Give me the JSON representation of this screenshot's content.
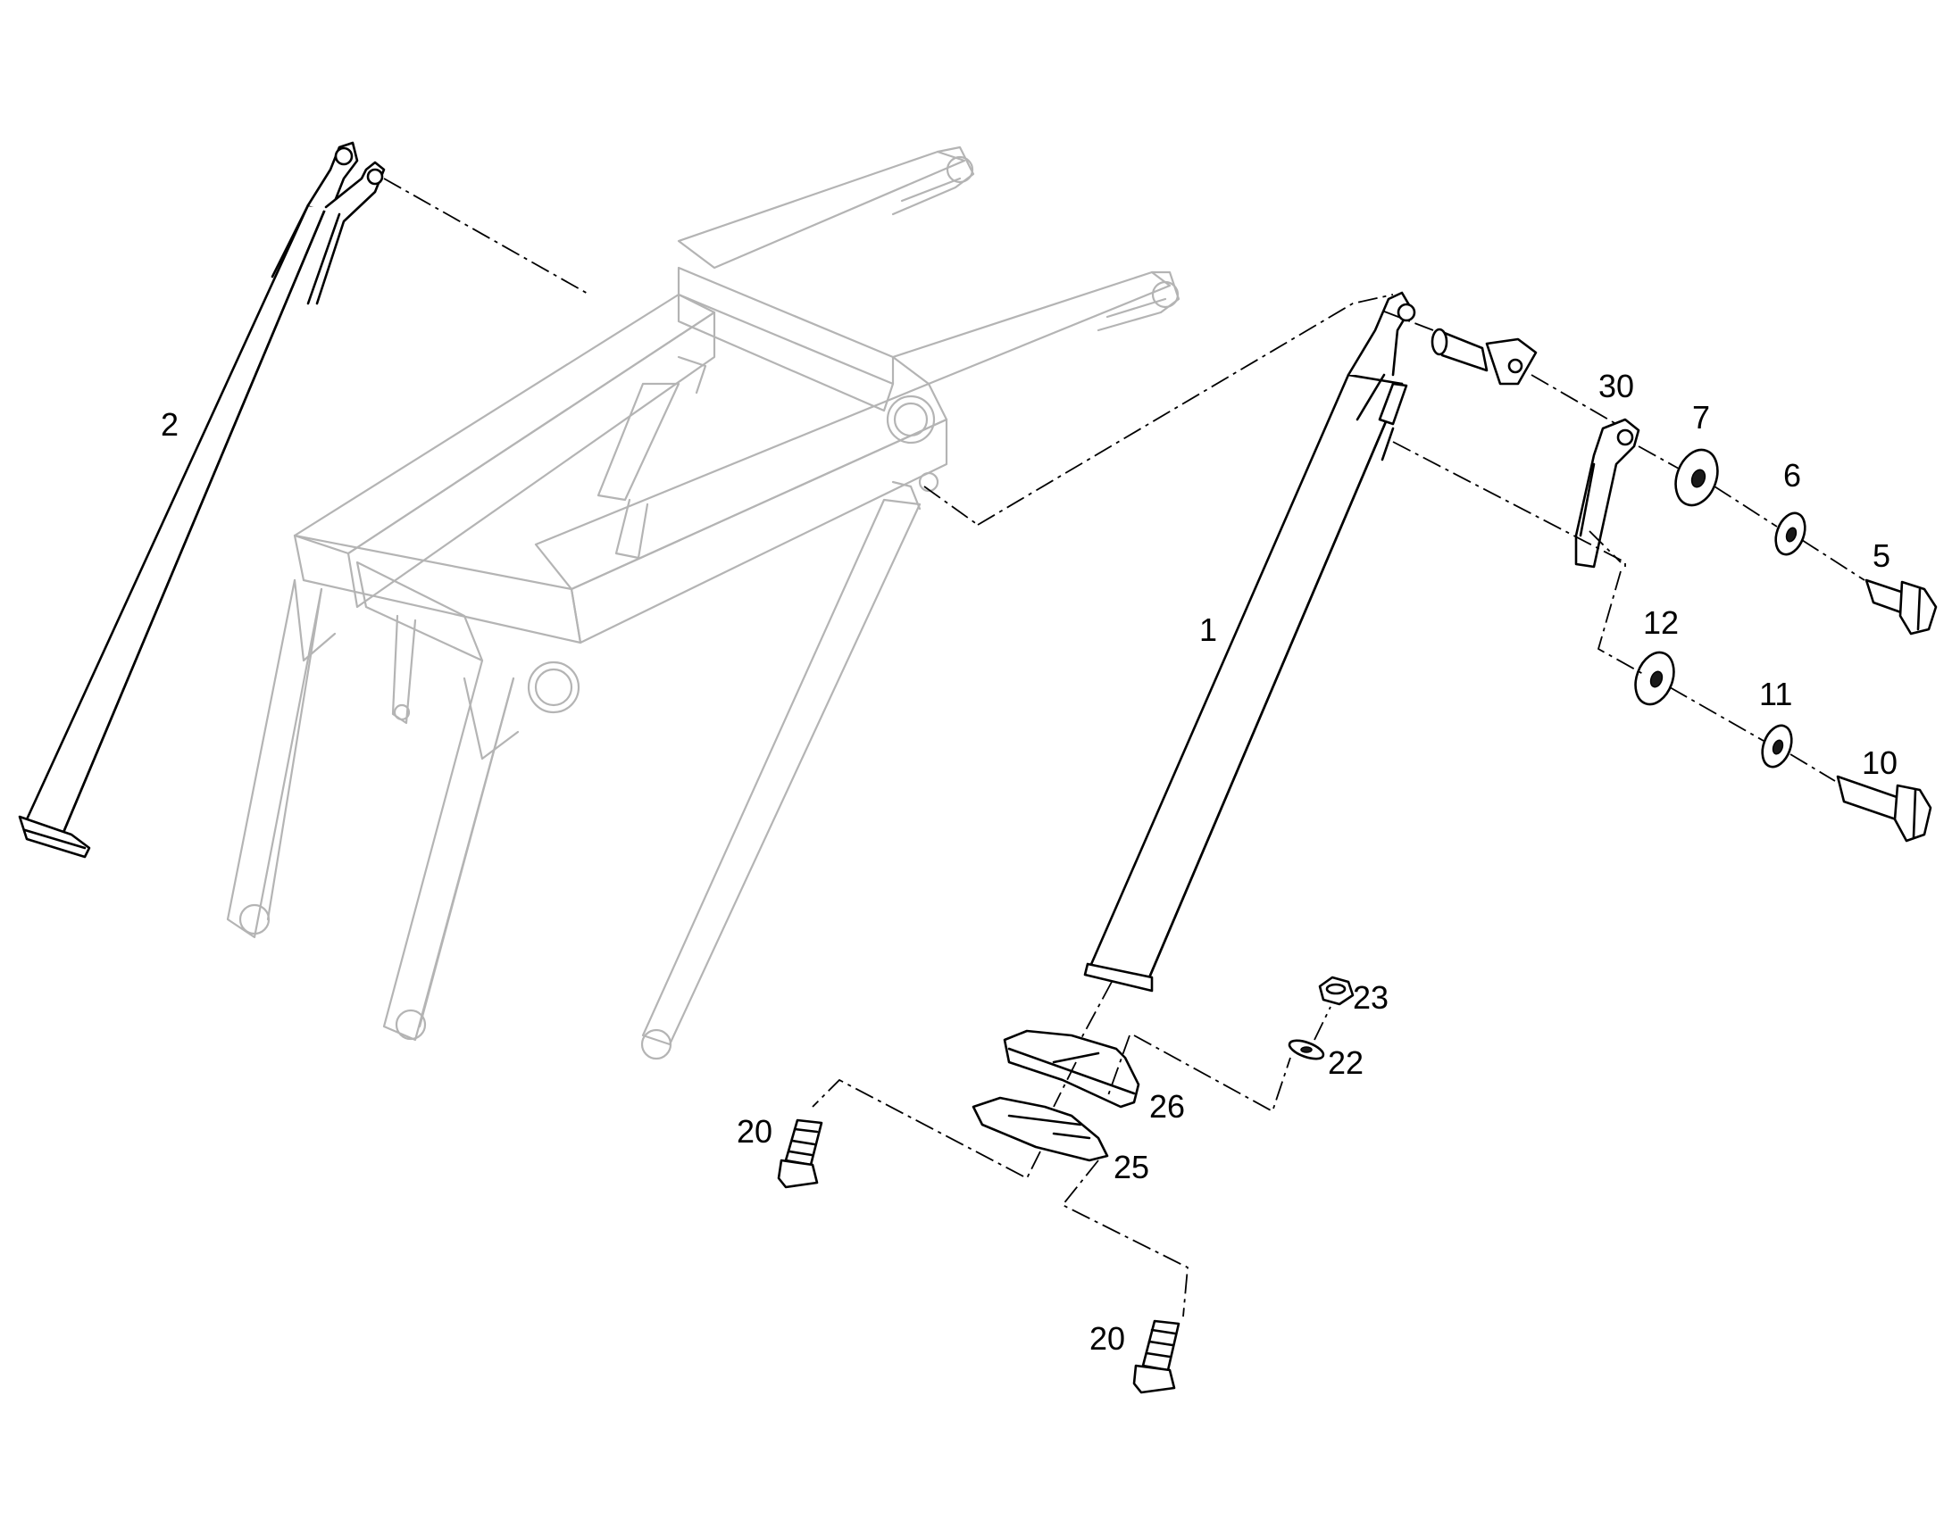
{
  "callouts": {
    "c1": "1",
    "c2": "2",
    "c5": "5",
    "c6": "6",
    "c7": "7",
    "c10": "10",
    "c11": "11",
    "c12": "12",
    "c20a": "20",
    "c20b": "20",
    "c22": "22",
    "c23": "23",
    "c25": "25",
    "c26": "26",
    "c30": "30"
  },
  "colors": {
    "background": "#ffffff",
    "part_stroke": "#000000",
    "ghost_stroke": "#b4b4b4"
  }
}
